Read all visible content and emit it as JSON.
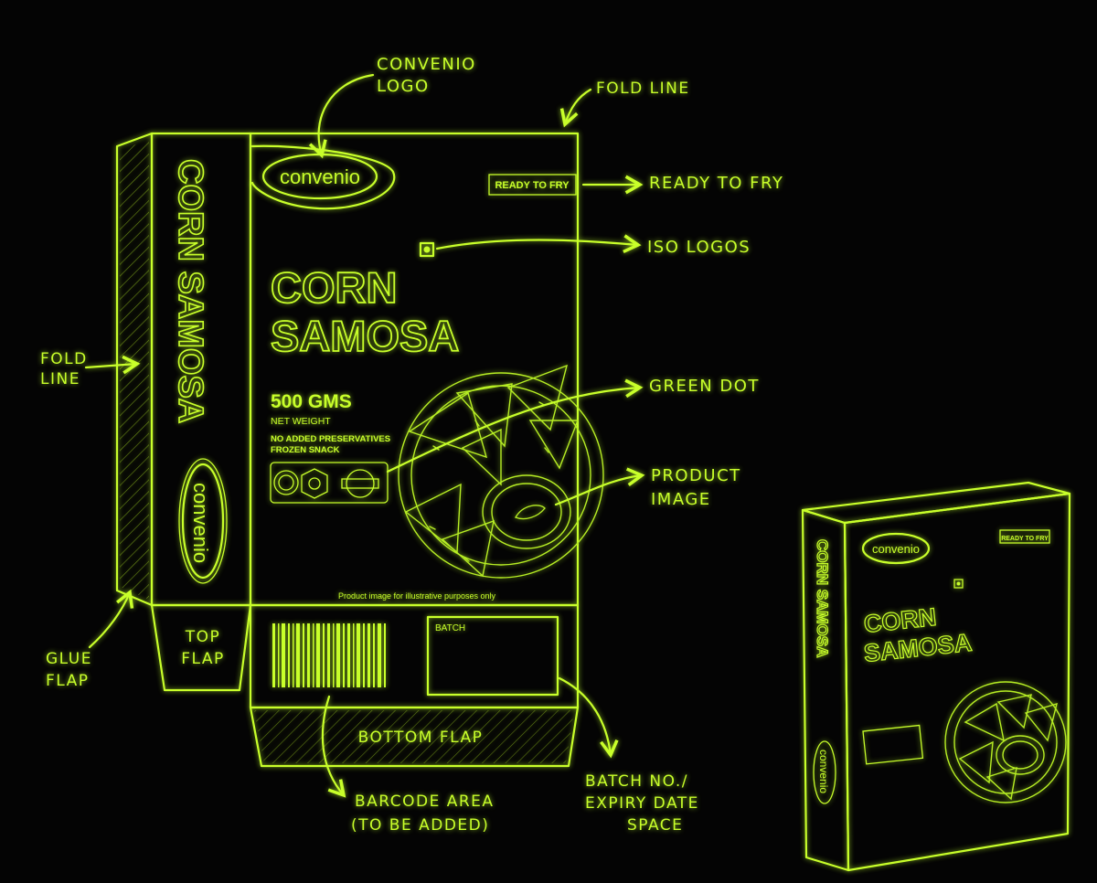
{
  "annotations": {
    "logo": [
      "CONVENIO",
      "LOGO"
    ],
    "fold_line_top": "FOLD LINE",
    "ready_to_fry": "READY TO FRY",
    "iso_logos": "ISO LOGOS",
    "fold_line_left": [
      "FOLD",
      "LINE"
    ],
    "green_dot": "GREEN DOT",
    "product_image": [
      "PRODUCT",
      "IMAGE"
    ],
    "glue_flap": [
      "GLUE",
      "FLAP"
    ],
    "top_flap": [
      "TOP",
      "FLAP"
    ],
    "bottom_flap": "BOTTOM FLAP",
    "barcode_area": [
      "BARCODE AREA",
      "(TO BE ADDED)"
    ],
    "batch_space": [
      "BATCH NO./",
      "EXPIRY DATE",
      "SPACE"
    ]
  },
  "package": {
    "brand": "convenio",
    "ready_badge": "READY TO FRY",
    "product_name": [
      "CORN",
      "SAMOSA"
    ],
    "side_product_name": "CORN SAMOSA",
    "weight": "500 GMS",
    "weight_label": "NET WEIGHT",
    "claims": [
      "NO ADDED PRESERVATIVES",
      "FROZEN SNACK"
    ],
    "disclaimer": "Product image for illustrative purposes only",
    "batch_label": "BATCH"
  },
  "colors": {
    "background": "#040404",
    "neon": "#c8ff2a"
  }
}
